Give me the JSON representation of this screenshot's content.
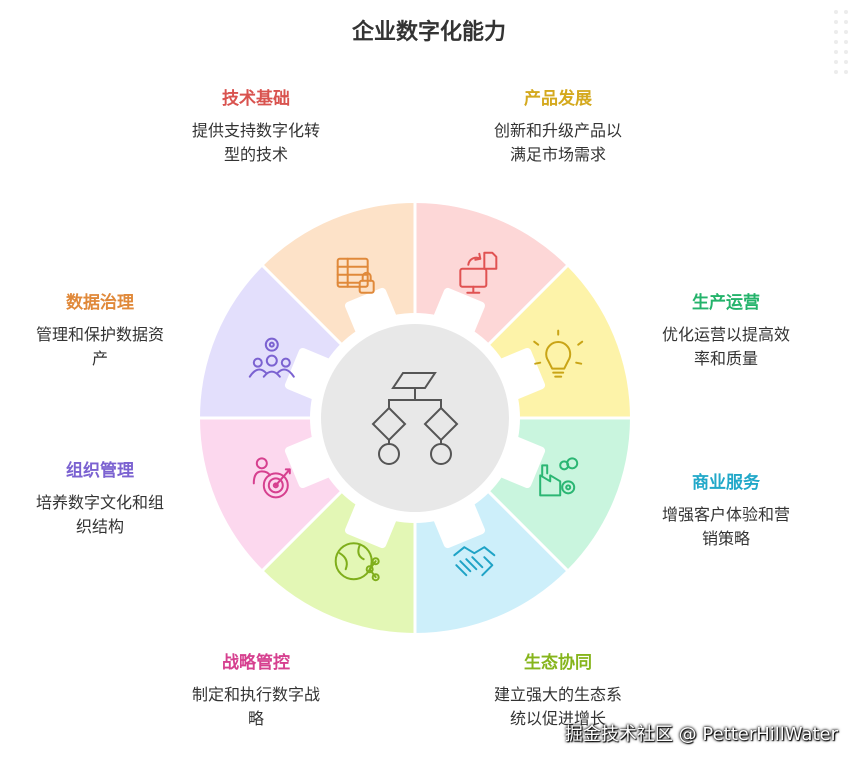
{
  "title": "企业数字化能力",
  "center_icon": "flowchart-icon",
  "segments": [
    {
      "id": "tech",
      "title": "技术基础",
      "desc_lines": [
        "提供支持数字化转",
        "型的技术"
      ],
      "color": "#fdd7d7",
      "text_color": "#d9534f",
      "icon": "monitor-refresh-icon",
      "icon_color": "#e05252"
    },
    {
      "id": "product",
      "title": "产品发展",
      "desc_lines": [
        "创新和升级产品以",
        "满足市场需求"
      ],
      "color": "#fdf3a9",
      "text_color": "#d4a91e",
      "icon": "lightbulb-icon",
      "icon_color": "#c9a416"
    },
    {
      "id": "production",
      "title": "生产运营",
      "desc_lines": [
        "优化运营以提高效",
        "率和质量"
      ],
      "color": "#c9f5de",
      "text_color": "#24b36b",
      "icon": "factory-icon",
      "icon_color": "#2bb673"
    },
    {
      "id": "business",
      "title": "商业服务",
      "desc_lines": [
        "增强客户体验和营",
        "销策略"
      ],
      "color": "#cdeffa",
      "text_color": "#21a8c9",
      "icon": "handshake-icon",
      "icon_color": "#1fa3c6"
    },
    {
      "id": "ecosystem",
      "title": "生态协同",
      "desc_lines": [
        "建立强大的生态系",
        "统以促进增长"
      ],
      "color": "#e3f7b5",
      "text_color": "#86b51c",
      "icon": "globe-network-icon",
      "icon_color": "#7fae1b"
    },
    {
      "id": "strategy",
      "title": "战略管控",
      "desc_lines": [
        "制定和执行数字战",
        "略"
      ],
      "color": "#fcd8ee",
      "text_color": "#d6408f",
      "icon": "person-target-icon",
      "icon_color": "#d6408f"
    },
    {
      "id": "organization",
      "title": "组织管理",
      "desc_lines": [
        "培养数字文化和组",
        "织结构"
      ],
      "color": "#e3dffc",
      "text_color": "#7b62d1",
      "icon": "team-gear-icon",
      "icon_color": "#7b62d1"
    },
    {
      "id": "data",
      "title": "数据治理",
      "desc_lines": [
        "管理和保护数据资",
        "产"
      ],
      "color": "#fde2c8",
      "text_color": "#e0893a",
      "icon": "table-lock-icon",
      "icon_color": "#e0893a"
    }
  ],
  "watermark": "掘金技术社区 @ PetterHillWater"
}
